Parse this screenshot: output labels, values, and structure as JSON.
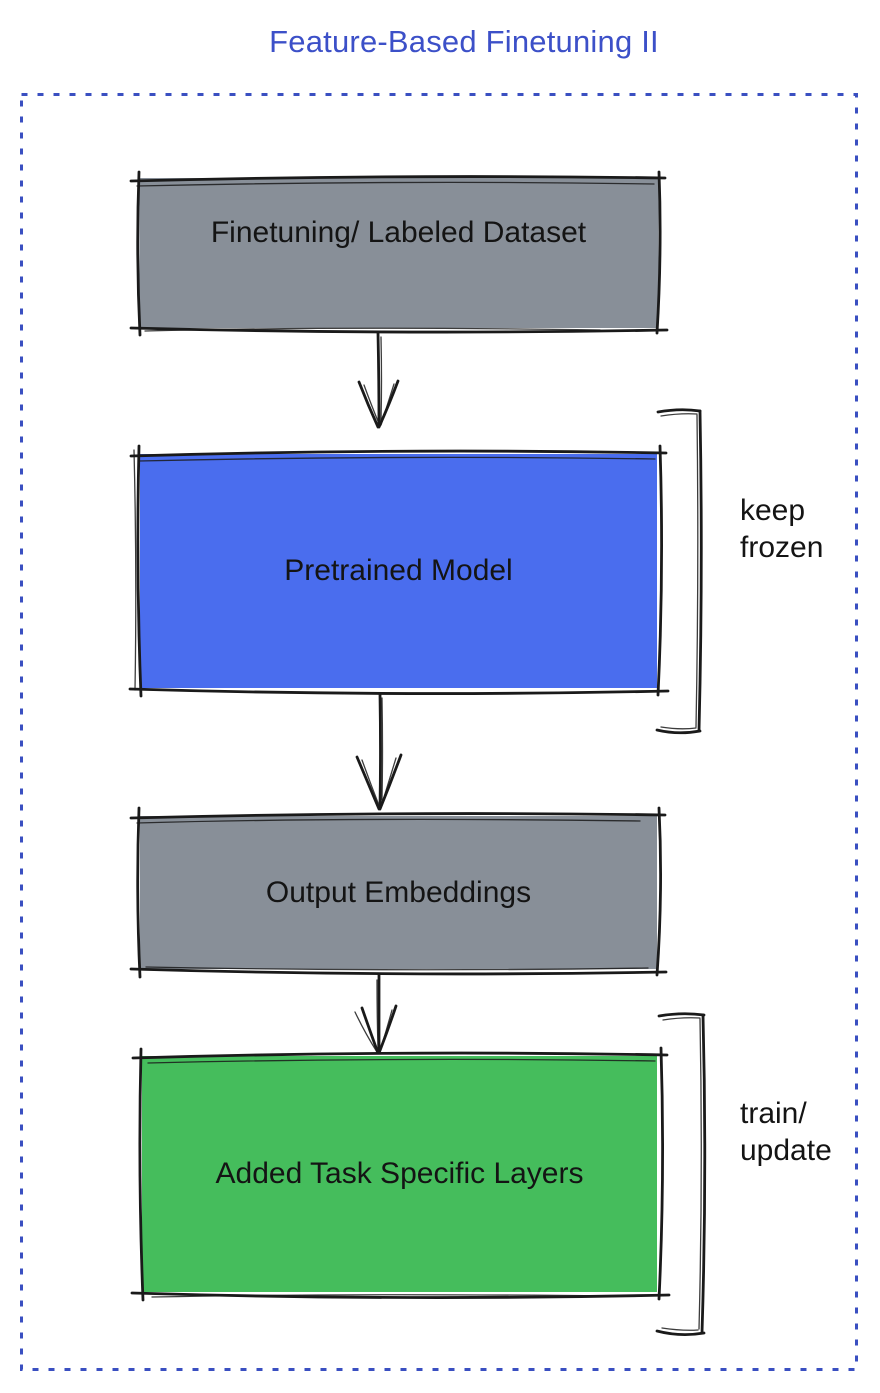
{
  "diagram": {
    "title": "Feature-Based Finetuning II",
    "title_color": "#3c50c8",
    "frame_color": "#3a4fc1",
    "ink_color": "#1a1a1a",
    "boxes": [
      {
        "id": "finetuning-dataset",
        "label": "Finetuning/ Labeled Dataset",
        "fill": "#888f98"
      },
      {
        "id": "pretrained-model",
        "label": "Pretrained Model",
        "fill": "#4a6dee"
      },
      {
        "id": "output-embeddings",
        "label": "Output Embeddings",
        "fill": "#888f98"
      },
      {
        "id": "added-task-layers",
        "label": "Added Task Specific Layers",
        "fill": "#45bd5c"
      }
    ],
    "annotations": [
      {
        "id": "keep-frozen",
        "target": "pretrained-model",
        "line1": "keep",
        "line2": "frozen"
      },
      {
        "id": "train-update",
        "target": "added-task-layers",
        "line1": "train/",
        "line2": "update"
      }
    ],
    "arrows": [
      {
        "id": "arrow-1",
        "from": "finetuning-dataset",
        "to": "pretrained-model"
      },
      {
        "id": "arrow-2",
        "from": "pretrained-model",
        "to": "output-embeddings"
      },
      {
        "id": "arrow-3",
        "from": "output-embeddings",
        "to": "added-task-layers"
      }
    ]
  }
}
